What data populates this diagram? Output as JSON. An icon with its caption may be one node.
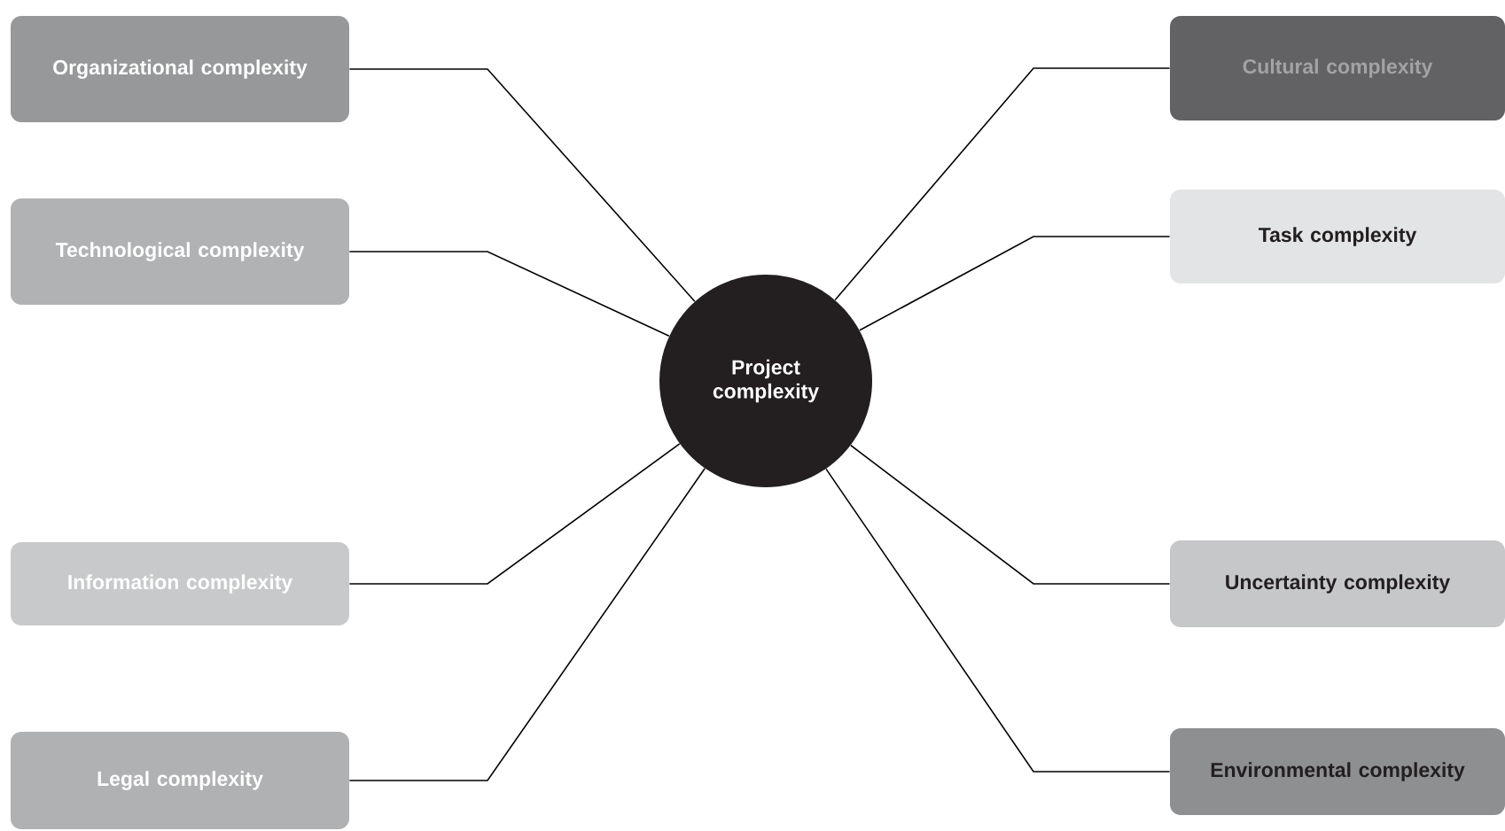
{
  "diagram": {
    "nodes": [
      {
        "text": [
          "Organizational complexity"
        ]
      },
      {
        "text": [
          "Cultural complexity"
        ]
      },
      {
        "text": [
          "Technological complexity"
        ]
      },
      {
        "text": [
          "Task complexity"
        ]
      },
      {
        "text": [
          "Project complexity"
        ]
      },
      {
        "text": [
          "Information complexity"
        ]
      },
      {
        "text": [
          "Uncertainty complexity"
        ]
      },
      {
        "text": [
          "Legal complexity"
        ]
      },
      {
        "text": [
          "Environmental complexity"
        ]
      }
    ],
    "edges": [
      {
        "from": 4,
        "to": 0,
        "arrow": "none"
      },
      {
        "from": 4,
        "to": 1,
        "arrow": "none"
      },
      {
        "from": 4,
        "to": 2,
        "arrow": "none"
      },
      {
        "from": 4,
        "to": 3,
        "arrow": "none"
      },
      {
        "from": 4,
        "to": 5,
        "arrow": "none"
      },
      {
        "from": 4,
        "to": 6,
        "arrow": "none"
      },
      {
        "from": 4,
        "to": 7,
        "arrow": "none"
      },
      {
        "from": 4,
        "to": 8,
        "arrow": "none"
      }
    ]
  }
}
